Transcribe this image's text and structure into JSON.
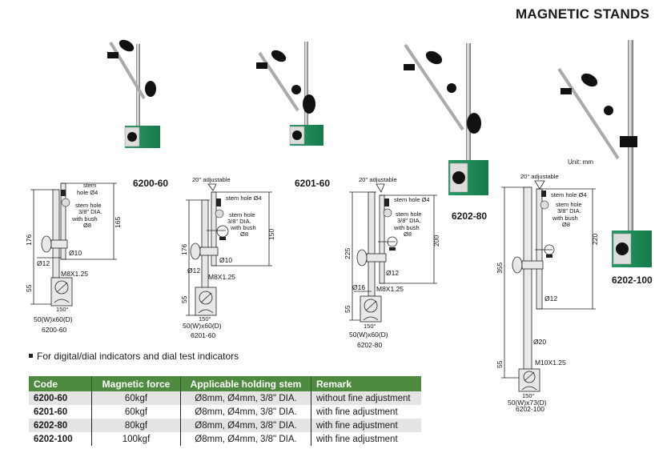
{
  "page": {
    "title": "MAGNETIC STANDS",
    "unit_label": "Unit: mm",
    "note": "For digital/dial indicators and dial test indicators"
  },
  "colors": {
    "header_green": "#4e8a3f",
    "base_green": "#1f8a5a",
    "row_shade": "#e4e4e4"
  },
  "products": [
    {
      "model": "6200-60",
      "drawing": {
        "total_height": "176",
        "arm_height": "165",
        "base_height": "55",
        "stem_hole_small": "stem hole Ø4",
        "stem_hole_small_l1": "stem",
        "stem_hole_small_l2": "hole Ø4",
        "stem_hole_large_l1": "stem  hole",
        "stem_hole_large_l2": "3/8\" DIA.",
        "bush_l1": "with bush",
        "bush_l2": "Ø8",
        "rod_dia": "Ø12",
        "arm_dia": "Ø10",
        "thread": "M8X1.25",
        "angle": "150°",
        "base_size": "50(W)x60(D)",
        "caption": "6200-60"
      }
    },
    {
      "model": "6201-60",
      "drawing": {
        "adjust": "20° adjustable",
        "total_height": "176",
        "arm_height": "150",
        "base_height": "55",
        "stem_hole_small": "stem hole Ø4",
        "stem_hole_large_l1": "stem  hole",
        "stem_hole_large_l2": "3/8\" DIA.",
        "bush_l1": "with bush",
        "bush_l2": "Ø8",
        "rod_dia": "Ø12",
        "arm_dia": "Ø10",
        "thread": "M8X1.25",
        "angle": "150°",
        "base_size": "50(W)x60(D)",
        "caption": "6201-60"
      }
    },
    {
      "model": "6202-80",
      "drawing": {
        "adjust": "20° adjustable",
        "total_height": "225",
        "arm_height": "200",
        "base_height": "55",
        "stem_hole_small": "stem hole Ø4",
        "stem_hole_large_l1": "stem  hole",
        "stem_hole_large_l2": "3/8\" DIA.",
        "bush_l1": "with bush",
        "bush_l2": "Ø8",
        "rod_dia": "Ø16",
        "arm_dia": "Ø12",
        "thread": "M8X1.25",
        "angle": "150°",
        "base_size": "50(W)x60(D)",
        "caption": "6202-80"
      }
    },
    {
      "model": "6202-100",
      "drawing": {
        "adjust": "20° adjustable",
        "total_height": "355",
        "arm_height": "220",
        "base_height": "55",
        "stem_hole_small": "stem hole Ø4",
        "stem_hole_large_l1": "stem  hole",
        "stem_hole_large_l2": "3/8\" DIA.",
        "bush_l1": "with bush",
        "bush_l2": "Ø8",
        "rod_dia": "Ø20",
        "arm_dia": "Ø12",
        "thread": "M10X1.25",
        "angle": "150°",
        "base_size": "50(W)x73(D)",
        "caption": "6202-100"
      }
    }
  ],
  "table": {
    "headers": [
      "Code",
      "Magnetic force",
      "Applicable holding stem",
      "Remark"
    ],
    "rows": [
      [
        "6200-60",
        "60kgf",
        "Ø8mm, Ø4mm, 3/8\" DIA.",
        "without fine adjustment"
      ],
      [
        "6201-60",
        "60kgf",
        "Ø8mm, Ø4mm, 3/8\" DIA.",
        "with fine adjustment"
      ],
      [
        "6202-80",
        "80kgf",
        "Ø8mm, Ø4mm, 3/8\" DIA.",
        "with fine adjustment"
      ],
      [
        "6202-100",
        "100kgf",
        "Ø8mm, Ø4mm, 3/8\" DIA.",
        "with fine adjustment"
      ]
    ]
  }
}
